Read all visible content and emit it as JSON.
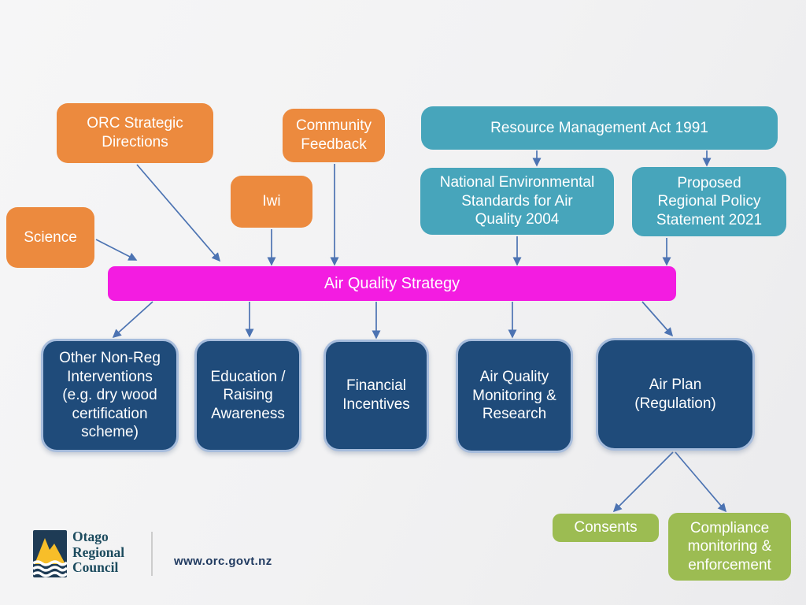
{
  "slide_title": "Air Quality Strategy",
  "colors": {
    "background": "#f2f2f3",
    "input_orange": "#ec8a3e",
    "legislation_teal": "#47a5bb",
    "strategy_magenta": "#f31ce1",
    "intervention_navy": "#1f4b7a",
    "intervention_border": "#a6bcdc",
    "regulation_green": "#9cbc52",
    "arrow_blue": "#4c73b2",
    "node_text": "#ffffff",
    "logo_navy": "#1e3b55",
    "logo_gold": "#f7be29",
    "org_text_teal": "#1c4b5e",
    "website_navy": "#203a60"
  },
  "nodes": {
    "orc": {
      "label": "ORC Strategic Directions"
    },
    "community": {
      "label": "Community Feedback"
    },
    "iwi": {
      "label": "Iwi"
    },
    "science": {
      "label": "Science"
    },
    "rma": {
      "label": "Resource Management Act 1991"
    },
    "nes": {
      "label": "National Environmental Standards for Air Quality 2004"
    },
    "rps": {
      "label": "Proposed Regional Policy Statement 2021"
    },
    "strategy": {
      "label": "Air Quality Strategy"
    },
    "other": {
      "label": "Other Non-Reg Interventions (e.g. dry wood certification scheme)"
    },
    "education": {
      "label": "Education / Raising Awareness"
    },
    "financial": {
      "label": "Financial Incentives"
    },
    "monitoring": {
      "label": "Air Quality Monitoring & Research"
    },
    "airplan": {
      "label": "Air Plan (Regulation)"
    },
    "consents": {
      "label": "Consents"
    },
    "compliance": {
      "label": "Compliance monitoring & enforcement"
    }
  },
  "edges": [
    {
      "from": "orc",
      "to": "strategy"
    },
    {
      "from": "science",
      "to": "strategy"
    },
    {
      "from": "iwi",
      "to": "strategy"
    },
    {
      "from": "community",
      "to": "strategy"
    },
    {
      "from": "rma",
      "to": "nes"
    },
    {
      "from": "rma",
      "to": "rps"
    },
    {
      "from": "nes",
      "to": "strategy"
    },
    {
      "from": "rps",
      "to": "strategy"
    },
    {
      "from": "strategy",
      "to": "other"
    },
    {
      "from": "strategy",
      "to": "education"
    },
    {
      "from": "strategy",
      "to": "financial"
    },
    {
      "from": "strategy",
      "to": "monitoring"
    },
    {
      "from": "strategy",
      "to": "airplan"
    },
    {
      "from": "airplan",
      "to": "consents"
    },
    {
      "from": "airplan",
      "to": "compliance"
    }
  ],
  "footer": {
    "org_lines": [
      "Otago",
      "Regional",
      "Council"
    ],
    "website": "www.orc.govt.nz"
  }
}
